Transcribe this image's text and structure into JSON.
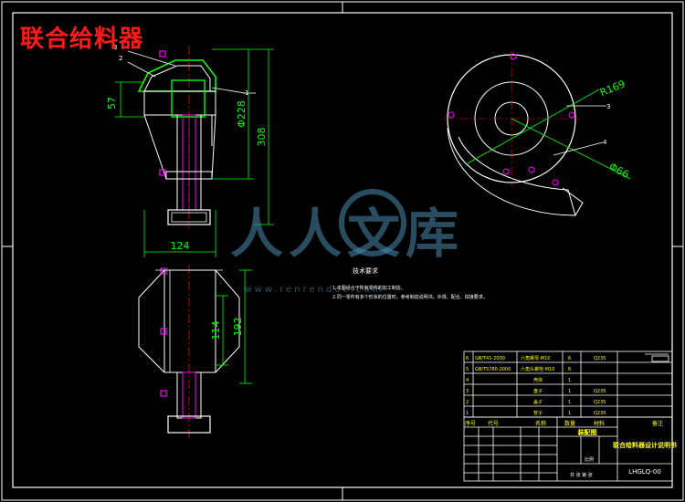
{
  "overlay_title": "联合给料器",
  "watermark": {
    "text_cn": "人人文库",
    "url": "www.renrendoc.com"
  },
  "dimensions": {
    "d57": "57",
    "d228": "Φ228",
    "d308": "308",
    "d124": "124",
    "d114": "114",
    "d192": "192",
    "r169": "R169",
    "d66": "Φ66"
  },
  "balloons": [
    "1",
    "2",
    "3",
    "4"
  ],
  "tech_requirements": {
    "title": "技术要求",
    "line1": "1.本图适合于所有零件的加工制造。",
    "line2": "2.同一零件有多个形状的位置时，参考制造说明书。外观、配合、焊接要求。"
  },
  "bom": {
    "rows": [
      {
        "no": "6",
        "code": "GB/T41-2000",
        "name": "六角螺母-M10",
        "qty": "6",
        "mat": "Q235",
        "note": ""
      },
      {
        "no": "5",
        "code": "GB/T5780-2000",
        "name": "六角头螺栓-M10",
        "qty": "6",
        "mat": "",
        "note": ""
      },
      {
        "no": "4",
        "code": "",
        "name": "壳体",
        "qty": "1",
        "mat": "",
        "note": ""
      },
      {
        "no": "3",
        "code": "",
        "name": "盘子",
        "qty": "1",
        "mat": "Q235",
        "note": ""
      },
      {
        "no": "2",
        "code": "",
        "name": "盖子",
        "qty": "1",
        "mat": "Q235",
        "note": ""
      },
      {
        "no": "1",
        "code": "",
        "name": "管子",
        "qty": "1",
        "mat": "Q235",
        "note": ""
      }
    ],
    "header": {
      "no": "序号",
      "code": "代号",
      "name": "名称",
      "qty": "数量",
      "mat": "材料",
      "note": "备注"
    },
    "assembly_label": "装配图",
    "project": "联合给料器设计说明书",
    "drawing_no": "LHGLQ-00",
    "ratio_label": "比例",
    "sheet_label": "共 张 第 张"
  },
  "colors": {
    "line": "#ffffff",
    "outline": "#00ff00",
    "dim": "#00ff00",
    "hatch": "#ff00ff",
    "center": "#ff0000",
    "bom_text": "#ffff00",
    "watermark": "#4a8ab0",
    "title": "#ff1a1a"
  }
}
